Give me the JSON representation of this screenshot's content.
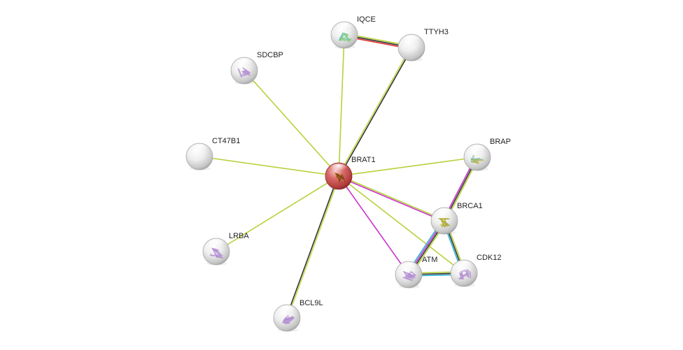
{
  "network": {
    "nodes": [
      {
        "id": "BRAT1",
        "label": "BRAT1",
        "query": true,
        "structure": "orange"
      },
      {
        "id": "IQCE",
        "label": "IQCE",
        "query": false,
        "structure": "teal"
      },
      {
        "id": "TTYH3",
        "label": "TTYH3",
        "query": false,
        "structure": "none"
      },
      {
        "id": "SDCBP",
        "label": "SDCBP",
        "query": false,
        "structure": "purple"
      },
      {
        "id": "CT47B1",
        "label": "CT47B1",
        "query": false,
        "structure": "none"
      },
      {
        "id": "LRBA",
        "label": "LRBA",
        "query": false,
        "structure": "purple"
      },
      {
        "id": "BCL9L",
        "label": "BCL9L",
        "query": false,
        "structure": "purple"
      },
      {
        "id": "BRAP",
        "label": "BRAP",
        "query": false,
        "structure": "multi"
      },
      {
        "id": "BRCA1",
        "label": "BRCA1",
        "query": false,
        "structure": "yellow"
      },
      {
        "id": "ATM",
        "label": "ATM",
        "query": false,
        "structure": "purple"
      },
      {
        "id": "CDK12",
        "label": "CDK12",
        "query": false,
        "structure": "purple"
      }
    ],
    "edges": [
      {
        "source": "BRAT1",
        "target": "IQCE",
        "colors": [
          "#b5d23a"
        ]
      },
      {
        "source": "BRAT1",
        "target": "TTYH3",
        "colors": [
          "#c8d84a",
          "#333333"
        ]
      },
      {
        "source": "BRAT1",
        "target": "SDCBP",
        "colors": [
          "#b5d23a"
        ]
      },
      {
        "source": "BRAT1",
        "target": "CT47B1",
        "colors": [
          "#b5d23a"
        ]
      },
      {
        "source": "BRAT1",
        "target": "LRBA",
        "colors": [
          "#b5d23a"
        ]
      },
      {
        "source": "BRAT1",
        "target": "BCL9L",
        "colors": [
          "#c8d84a",
          "#333333"
        ]
      },
      {
        "source": "BRAT1",
        "target": "BRAP",
        "colors": [
          "#b5d23a"
        ]
      },
      {
        "source": "BRAT1",
        "target": "BRCA1",
        "colors": [
          "#b5d23a",
          "#cc33cc"
        ]
      },
      {
        "source": "BRAT1",
        "target": "ATM",
        "colors": [
          "#cc33cc"
        ]
      },
      {
        "source": "BRAT1",
        "target": "CDK12",
        "colors": [
          "#b5d23a"
        ]
      },
      {
        "source": "IQCE",
        "target": "TTYH3",
        "colors": [
          "#b5d23a",
          "#333333",
          "#e03030"
        ]
      },
      {
        "source": "BRAP",
        "target": "BRCA1",
        "colors": [
          "#b5d23a",
          "#333333",
          "#cc33cc"
        ]
      },
      {
        "source": "BRCA1",
        "target": "ATM",
        "colors": [
          "#b5d23a",
          "#333333",
          "#cc33cc",
          "#2ab0d8"
        ]
      },
      {
        "source": "BRCA1",
        "target": "CDK12",
        "colors": [
          "#b5d23a",
          "#333333",
          "#2ab0d8"
        ]
      },
      {
        "source": "ATM",
        "target": "CDK12",
        "colors": [
          "#b5d23a",
          "#333333",
          "#2ab0d8"
        ]
      },
      {
        "source": "BRCA1",
        "target": "LRBA",
        "colors": []
      }
    ]
  },
  "colors": {
    "query_node": "#c94c4c",
    "node": "#e6e6e6",
    "label": "#222222"
  }
}
